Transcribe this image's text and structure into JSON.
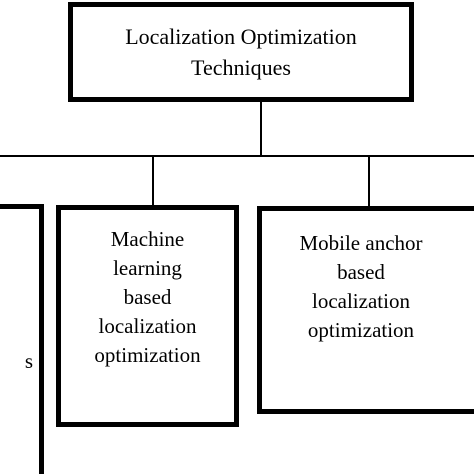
{
  "diagram": {
    "root": {
      "label": "Localization Optimization\nTechniques"
    },
    "children": [
      {
        "label": "s"
      },
      {
        "label": "Machine\nlearning\nbased\nlocalization\noptimization"
      },
      {
        "label": "Mobile anchor\nbased\nlocalization\noptimization"
      }
    ]
  },
  "colors": {
    "stroke": "#000000",
    "background": "#ffffff"
  }
}
